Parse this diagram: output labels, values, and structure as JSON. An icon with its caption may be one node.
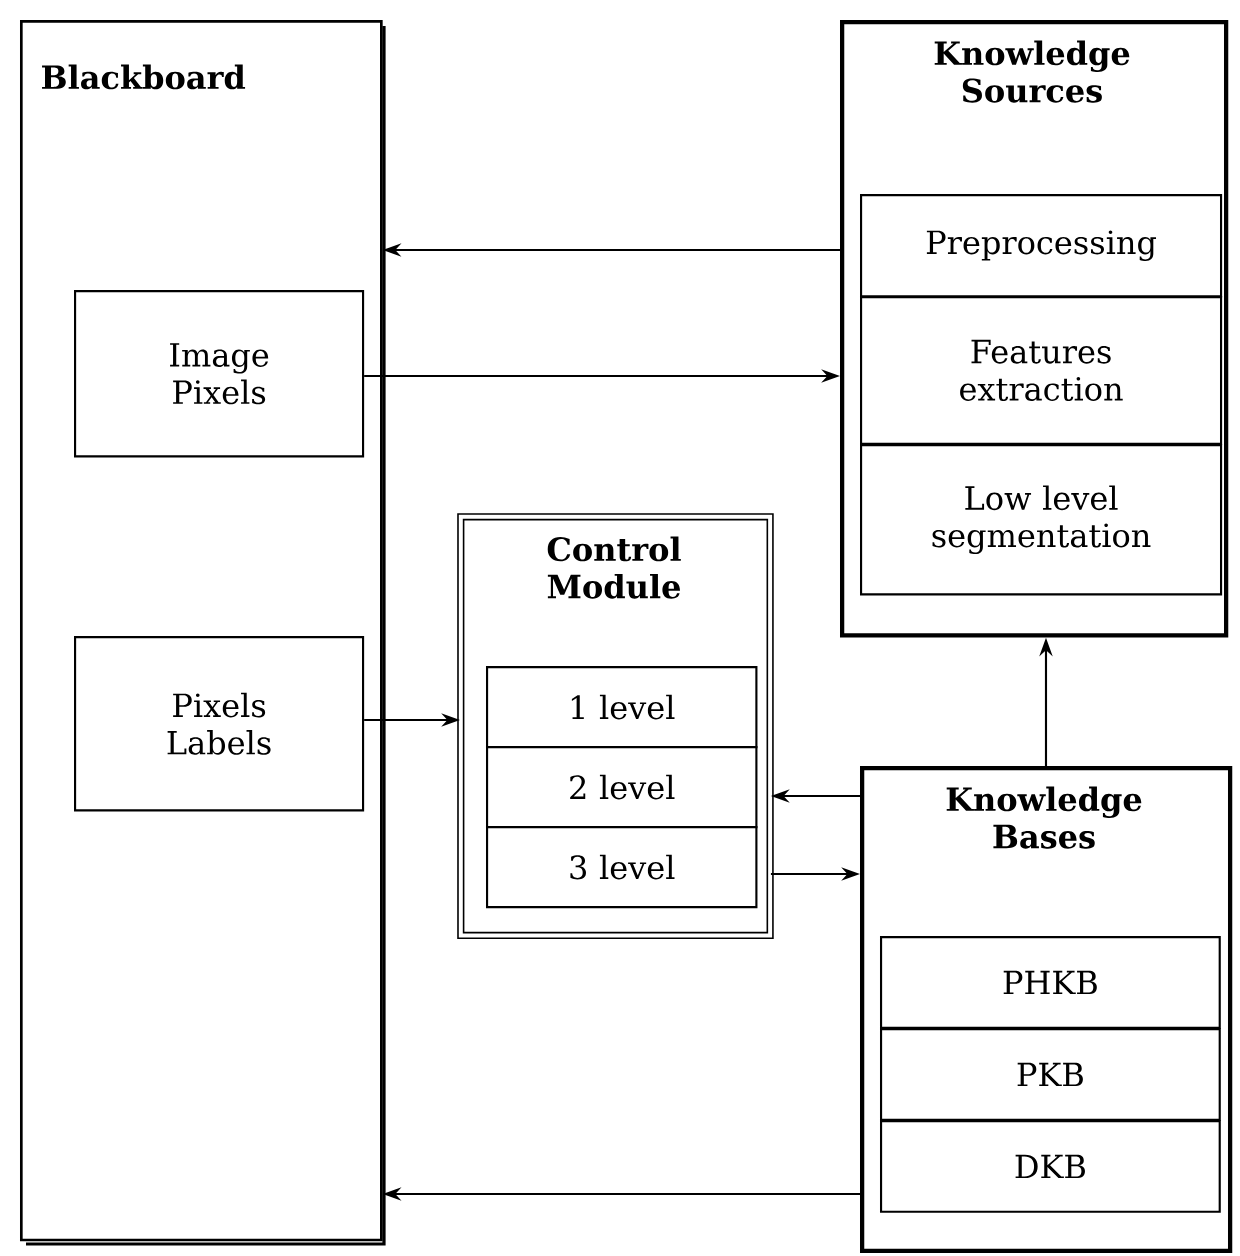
{
  "diagram": {
    "nodes": [
      {
        "text": [
          "Blackboard"
        ]
      },
      {
        "text": [
          "Image Pixels"
        ],
        "in": 0
      },
      {
        "text": [
          "Pixels Labels"
        ],
        "in": 0
      },
      {
        "text": [
          "Knowledge Sources"
        ]
      },
      {
        "text": [
          "Preprocessing"
        ],
        "in": 3
      },
      {
        "text": [
          "Features extraction"
        ],
        "in": 3
      },
      {
        "text": [
          "Low level segmentation"
        ],
        "in": 3
      },
      {
        "text": [
          "Control Module"
        ]
      },
      {
        "text": [
          "1 level"
        ],
        "in": 7
      },
      {
        "text": [
          "2 level"
        ],
        "in": 7
      },
      {
        "text": [
          "3 level"
        ],
        "in": 7
      },
      {
        "text": [
          "Knowledge Bases"
        ]
      },
      {
        "text": [
          "PHKB"
        ],
        "in": 11
      },
      {
        "text": [
          "PKB"
        ],
        "in": 11
      },
      {
        "text": [
          "DKB"
        ],
        "in": 11
      }
    ],
    "edges": [
      {
        "from": 3,
        "to": 0,
        "arrow": "to"
      },
      {
        "from": 1,
        "to": 3,
        "arrow": "to"
      },
      {
        "from": 2,
        "to": 7,
        "arrow": "to"
      },
      {
        "from": 11,
        "to": 3,
        "arrow": "to"
      },
      {
        "from": 11,
        "to": 7,
        "arrow": "to"
      },
      {
        "from": 7,
        "to": 11,
        "arrow": "to"
      },
      {
        "from": 11,
        "to": 0,
        "arrow": "to"
      }
    ]
  }
}
